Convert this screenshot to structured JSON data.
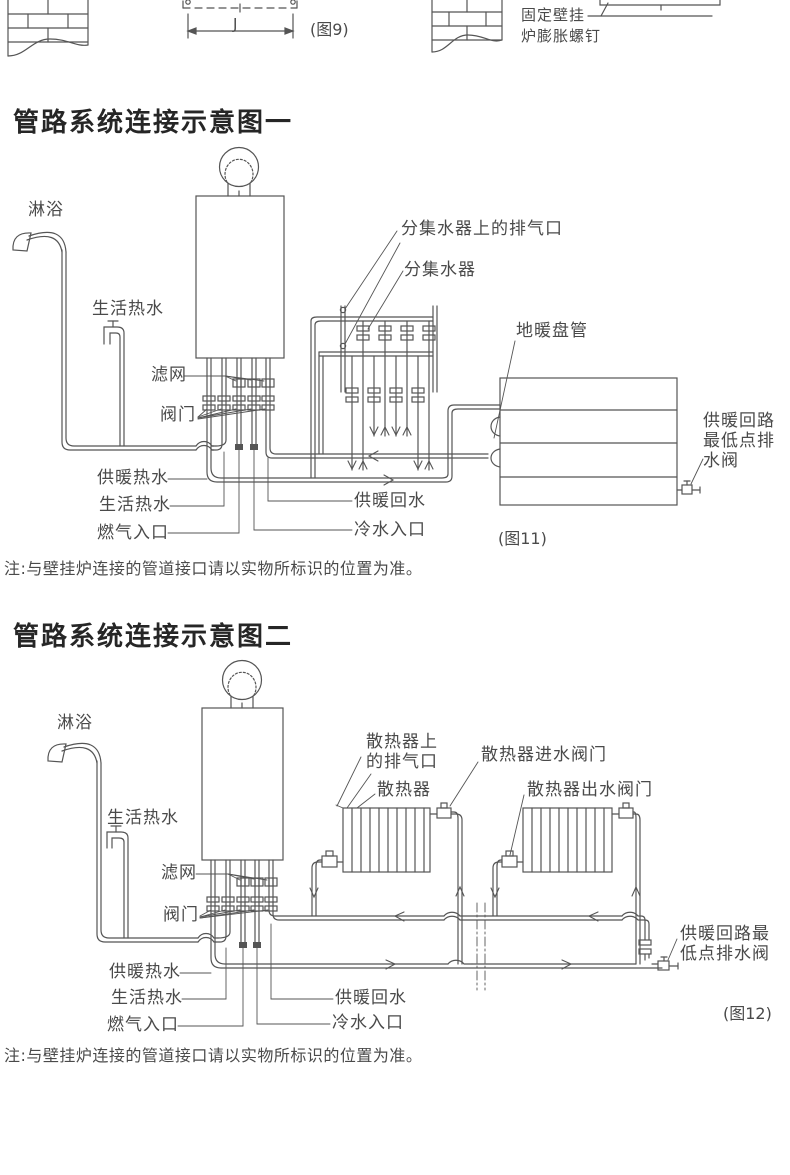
{
  "top": {
    "fig9_caption": "(图9)",
    "dim_j": "J",
    "fix_screw_line1": "固定壁挂",
    "fix_screw_line2": "炉膨胀螺钉"
  },
  "section1": {
    "title": "管路系统连接示意图一",
    "note": "注:与壁挂炉连接的管道接口请以实物所标识的位置为准。",
    "fig_caption": "(图11)",
    "labels": {
      "shower": "淋浴",
      "dhw_tap": "生活热水",
      "filter": "滤网",
      "valve": "阀门",
      "heating_supply": "供暖热水",
      "dhw": "生活热水",
      "gas_inlet": "燃气入口",
      "heating_return": "供暖回水",
      "cold_inlet": "冷水入口",
      "manifold_vent": "分集水器上的排气口",
      "manifold": "分集水器",
      "floor_coil": "地暖盘管",
      "drain_line1": "供暖回路",
      "drain_line2": "最低点排",
      "drain_line3": "水阀"
    }
  },
  "section2": {
    "title": "管路系统连接示意图二",
    "note": "注:与壁挂炉连接的管道接口请以实物所标识的位置为准。",
    "fig_caption": "(图12)",
    "labels": {
      "shower": "淋浴",
      "dhw_tap": "生活热水",
      "filter": "滤网",
      "valve": "阀门",
      "heating_supply": "供暖热水",
      "dhw": "生活热水",
      "gas_inlet": "燃气入口",
      "heating_return": "供暖回水",
      "cold_inlet": "冷水入口",
      "rad_vent_line1": "散热器上",
      "rad_vent_line2": "的排气口",
      "rad_inlet_valve": "散热器进水阀门",
      "radiator": "散热器",
      "rad_outlet_valve": "散热器出水阀门",
      "drain_line1": "供暖回路最",
      "drain_line2": "低点排水阀"
    }
  }
}
